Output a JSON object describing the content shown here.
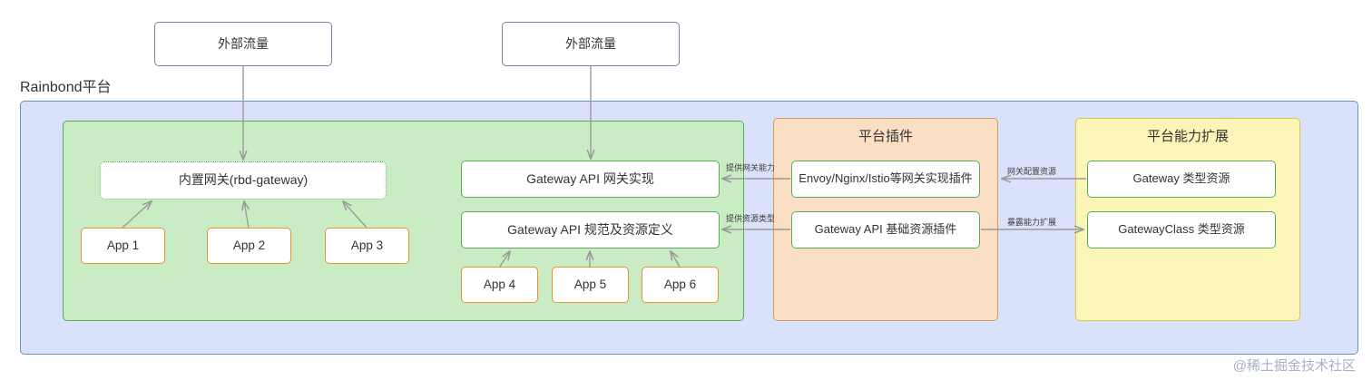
{
  "diagram": {
    "platform_label": "Rainbond平台",
    "watermark": "@稀土掘金技术社区",
    "external_traffic": [
      {
        "label": "外部流量"
      },
      {
        "label": "外部流量"
      }
    ],
    "green_group": {
      "builtin_gateway": "内置网关(rbd-gateway)",
      "gateway_api_impl": "Gateway API 网关实现",
      "gateway_api_spec": "Gateway API 规范及资源定义",
      "apps_left": [
        {
          "label": "App 1"
        },
        {
          "label": "App 2"
        },
        {
          "label": "App 3"
        }
      ],
      "apps_right": [
        {
          "label": "App 4"
        },
        {
          "label": "App 5"
        },
        {
          "label": "App 6"
        }
      ]
    },
    "orange_group": {
      "title": "平台插件",
      "items": [
        {
          "label": "Envoy/Nginx/Istio等网关实现插件"
        },
        {
          "label": "Gateway API 基础资源插件"
        }
      ]
    },
    "yellow_group": {
      "title": "平台能力扩展",
      "items": [
        {
          "label": "Gateway 类型资源"
        },
        {
          "label": "GatewayClass 类型资源"
        }
      ]
    },
    "connector_labels": [
      {
        "label": "提供网关能力"
      },
      {
        "label": "提供资源类型"
      },
      {
        "label": "网关配置资源"
      },
      {
        "label": "暴露能力扩展"
      }
    ],
    "colors": {
      "platform_fill": "#dae2fb",
      "platform_stroke": "#6c8ebf",
      "green_fill": "#c9ecc5",
      "green_stroke": "#5aad57",
      "orange_fill": "#fbdfc4",
      "orange_stroke": "#d79b5c",
      "yellow_fill": "#fcf5b8",
      "yellow_stroke": "#d6c84a",
      "purple_stroke": "#9673a6",
      "app_stroke": "#e8932f",
      "arrow_stroke": "#999999"
    }
  }
}
